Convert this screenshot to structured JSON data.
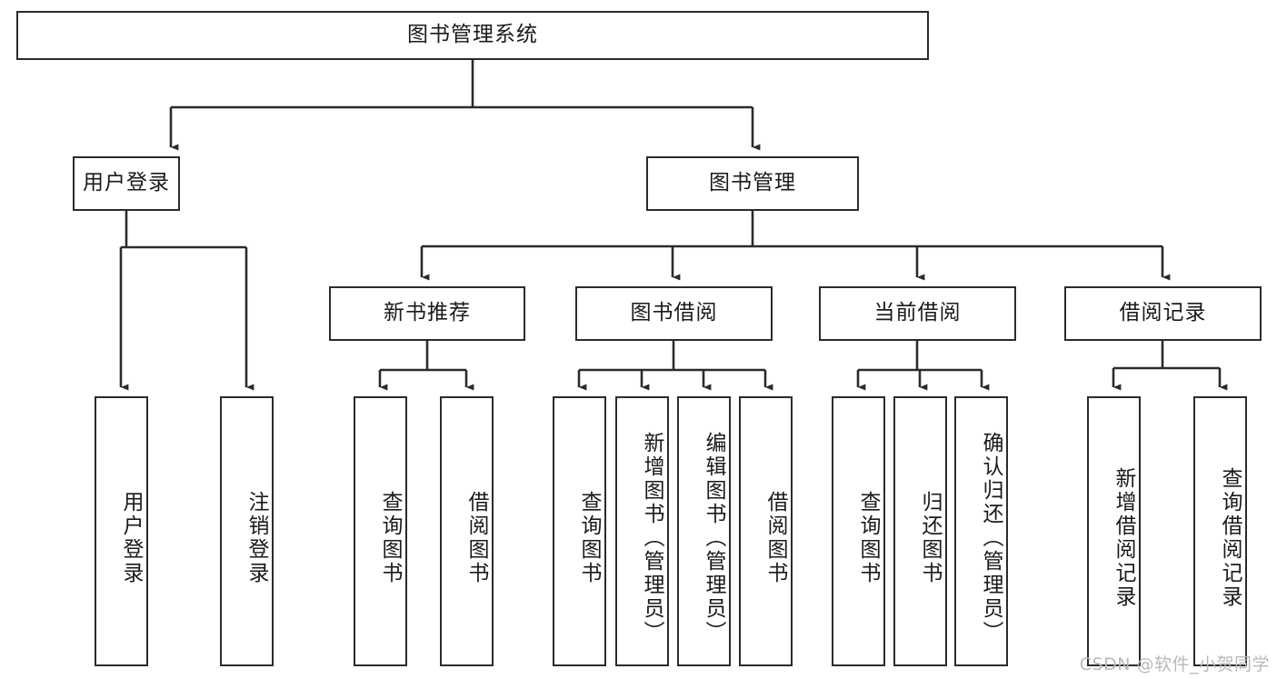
{
  "diagram": {
    "title": "图书管理系统",
    "watermark": "CSDN @软件_小贺同学",
    "line_color": "#2b2b2b",
    "box_fill": "#ffffff",
    "text_color": "#1a1a1a",
    "watermark_color": "#b9b9b9",
    "nodes": {
      "root": {
        "label": "图书管理系统",
        "level": 1,
        "orientation": "horizontal"
      },
      "l2_1": {
        "label": "用户登录",
        "level": 2,
        "orientation": "horizontal"
      },
      "l2_2": {
        "label": "图书管理",
        "level": 2,
        "orientation": "horizontal"
      },
      "l3_1": {
        "label": "新书推荐",
        "level": 3,
        "orientation": "horizontal"
      },
      "l3_2": {
        "label": "图书借阅",
        "level": 3,
        "orientation": "horizontal"
      },
      "l3_3": {
        "label": "当前借阅",
        "level": 3,
        "orientation": "horizontal"
      },
      "l3_4": {
        "label": "借阅记录",
        "level": 3,
        "orientation": "horizontal"
      },
      "leaf_1": {
        "label": "用户登录",
        "level": 4,
        "orientation": "vertical",
        "parent": "用户登录"
      },
      "leaf_2": {
        "label": "注销登录",
        "level": 4,
        "orientation": "vertical",
        "parent": "用户登录"
      },
      "leaf_3": {
        "label": "查询图书",
        "level": 4,
        "orientation": "vertical",
        "parent": "新书推荐"
      },
      "leaf_4": {
        "label": "借阅图书",
        "level": 4,
        "orientation": "vertical",
        "parent": "新书推荐"
      },
      "leaf_5": {
        "label": "查询图书",
        "level": 4,
        "orientation": "vertical",
        "parent": "图书借阅"
      },
      "leaf_6": {
        "label": "新增图书（管理员）",
        "level": 4,
        "orientation": "vertical",
        "parent": "图书借阅"
      },
      "leaf_7": {
        "label": "编辑图书（管理员）",
        "level": 4,
        "orientation": "vertical",
        "parent": "图书借阅"
      },
      "leaf_8": {
        "label": "借阅图书",
        "level": 4,
        "orientation": "vertical",
        "parent": "图书借阅"
      },
      "leaf_9": {
        "label": "查询图书",
        "level": 4,
        "orientation": "vertical",
        "parent": "当前借阅"
      },
      "leaf_10": {
        "label": "归还图书",
        "level": 4,
        "orientation": "vertical",
        "parent": "当前借阅"
      },
      "leaf_11": {
        "label": "确认归还（管理员）",
        "level": 4,
        "orientation": "vertical",
        "parent": "当前借阅"
      },
      "leaf_12": {
        "label": "新增借阅记录",
        "level": 4,
        "orientation": "vertical",
        "parent": "借阅记录"
      },
      "leaf_13": {
        "label": "查询借阅记录",
        "level": 4,
        "orientation": "vertical",
        "parent": "借阅记录"
      }
    }
  }
}
